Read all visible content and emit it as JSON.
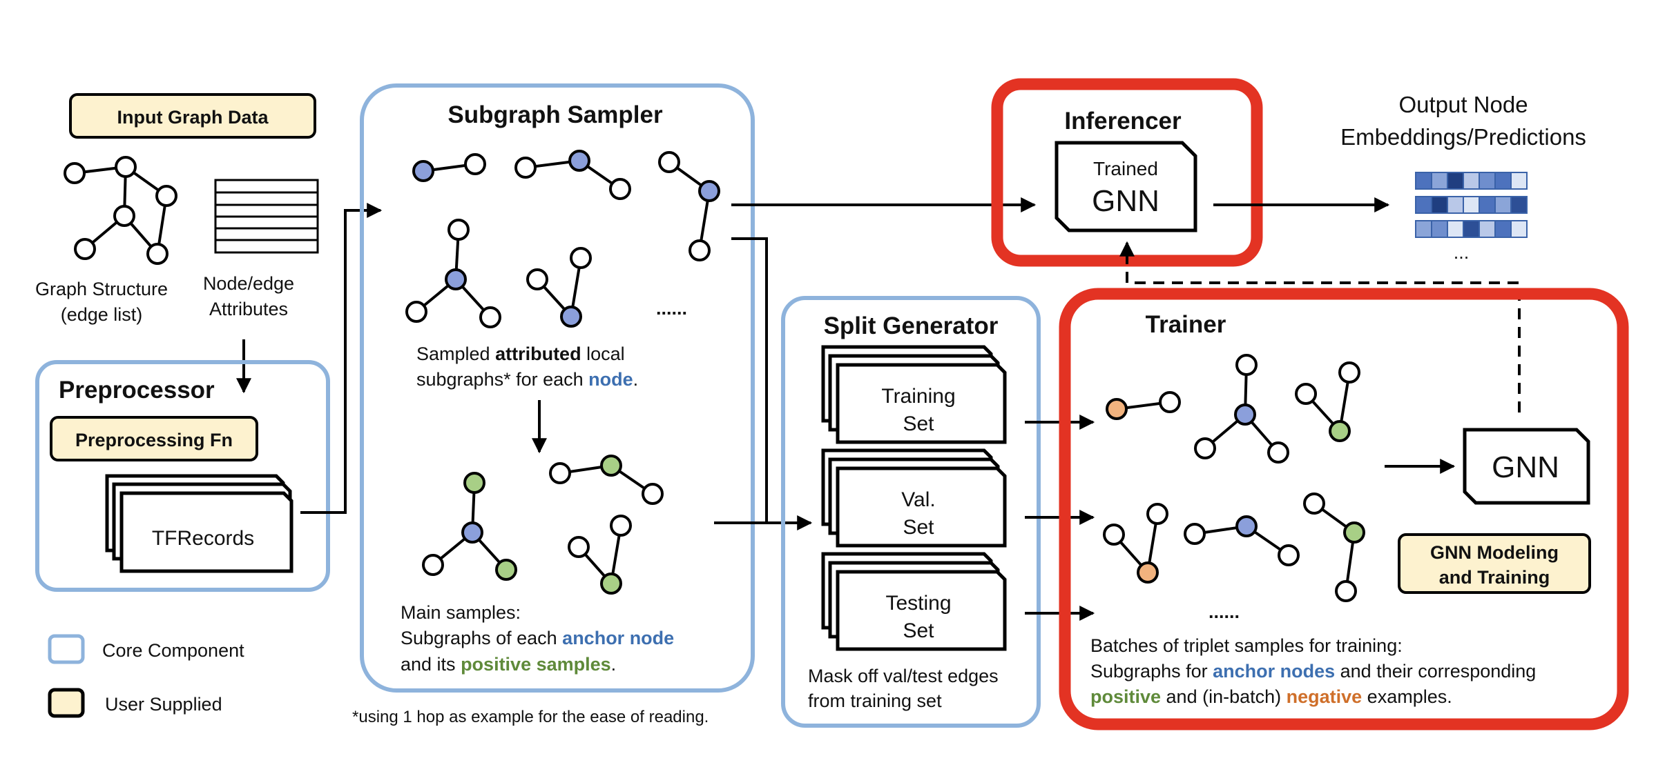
{
  "input": {
    "title": "Input Graph Data",
    "graph_structure_line1": "Graph Structure",
    "graph_structure_line2": "(edge list)",
    "attributes_line1": "Node/edge",
    "attributes_line2": "Attributes"
  },
  "preprocessor": {
    "title": "Preprocessor",
    "fn_label": "Preprocessing Fn",
    "records_label": "TFRecords"
  },
  "sampler": {
    "title": "Subgraph Sampler",
    "ellipsis": "......",
    "desc_line1_pre": "Sampled ",
    "desc_line1_bold": "attributed",
    "desc_line1_post": " local",
    "desc_line2_pre": "subgraphs* for each ",
    "desc_line2_node": "node",
    "desc_line2_post": ".",
    "main_line1": "Main samples:",
    "main_line2_pre": "Subgraphs of each ",
    "main_line2_anchor": "anchor node",
    "main_line3_pre": "and its ",
    "main_line3_pos": "positive samples",
    "main_line3_post": ".",
    "footnote": "*using 1 hop as example for the ease of reading."
  },
  "split": {
    "title": "Split Generator",
    "training_1": "Training",
    "training_2": "Set",
    "val_1": "Val.",
    "val_2": "Set",
    "testing_1": "Testing",
    "testing_2": "Set",
    "desc_line1": "Mask off val/test edges",
    "desc_line2": "from training set"
  },
  "inferencer": {
    "title": "Inferencer",
    "trained_label": "Trained",
    "gnn_label": "GNN"
  },
  "output": {
    "line1": "Output Node",
    "line2": "Embeddings/Predictions",
    "ellipsis": "..."
  },
  "trainer": {
    "title": "Trainer",
    "gnn_label": "GNN",
    "modeling_line1": "GNN Modeling",
    "modeling_line2": "and Training",
    "ellipsis": "......",
    "desc_line1": "Batches of triplet samples for training:",
    "desc_line2_pre": "Subgraphs for ",
    "desc_line2_anchor": "anchor nodes",
    "desc_line2_post": " and their corresponding",
    "desc_line3_pos": "positive",
    "desc_line3_mid": " and (in-batch) ",
    "desc_line3_neg": "negative",
    "desc_line3_post": " examples."
  },
  "legend": {
    "core": "Core Component",
    "user": "User Supplied"
  },
  "colors": {
    "core_border": "#8eb3dc",
    "user_fill": "#fdf2cf",
    "highlight_red": "#e33323",
    "anchor_node": "#8b9fdb",
    "positive_node": "#a8cf86",
    "negative_node": "#f2b37e",
    "anchor_text": "#3d6fb0",
    "positive_text": "#5f8a3a",
    "negative_text": "#cf6f2a"
  }
}
